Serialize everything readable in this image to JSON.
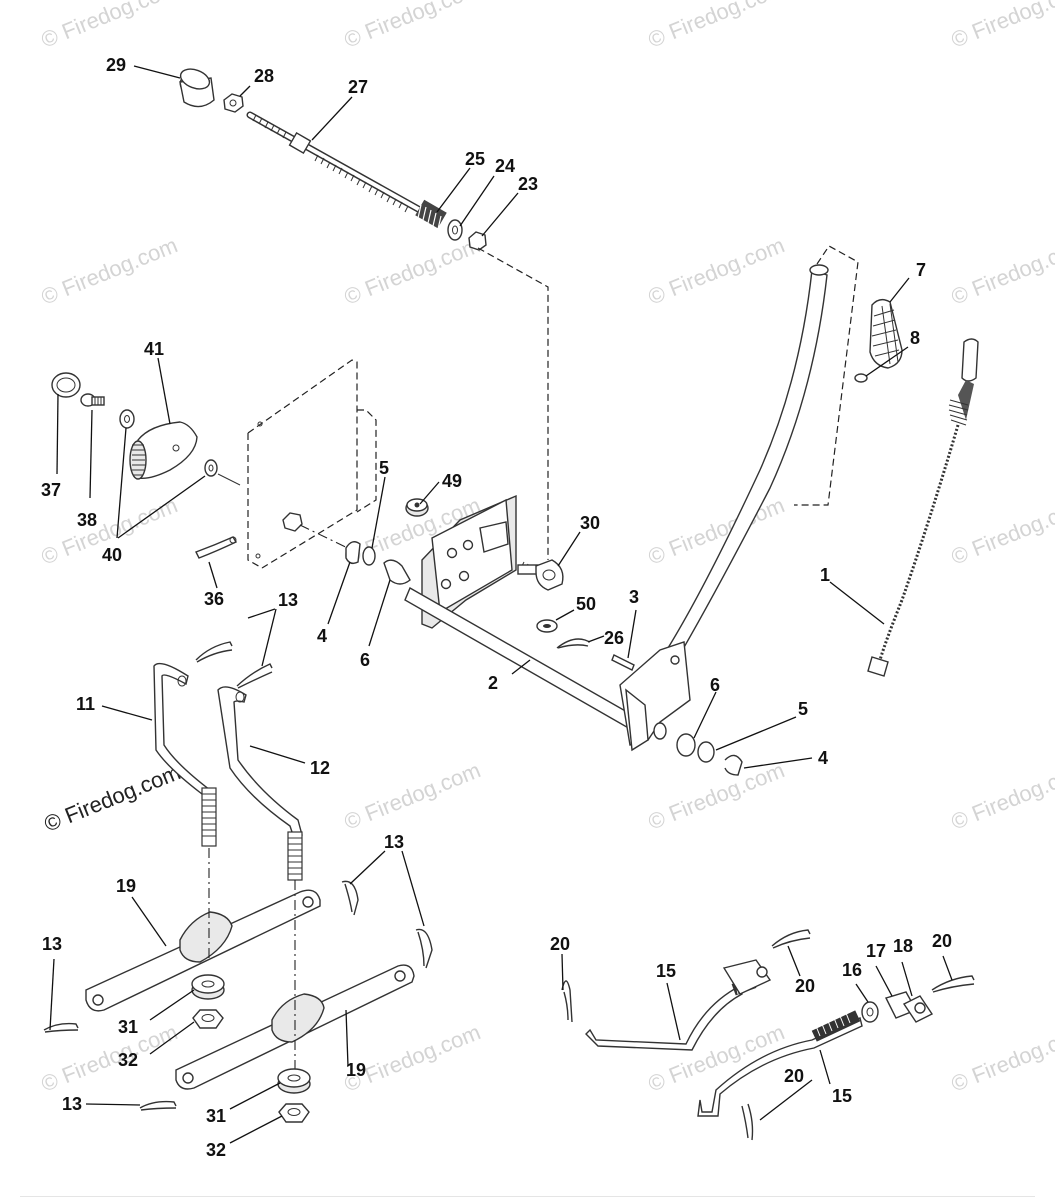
{
  "diagram": {
    "watermark_text": "© Firedog.com",
    "prominent_watermark_text": "© Firedog.com",
    "callouts": {
      "c1": "1",
      "c2": "2",
      "c3": "3",
      "c4a": "4",
      "c4b": "4",
      "c5a": "5",
      "c5b": "5",
      "c6a": "6",
      "c6b": "6",
      "c7": "7",
      "c8": "8",
      "c11": "11",
      "c12": "12",
      "c13a": "13",
      "c13b": "13",
      "c13c": "13",
      "c13d": "13",
      "c15a": "15",
      "c15b": "15",
      "c16": "16",
      "c17": "17",
      "c18": "18",
      "c19a": "19",
      "c19b": "19",
      "c20a": "20",
      "c20b": "20",
      "c20c": "20",
      "c20d": "20",
      "c23": "23",
      "c24": "24",
      "c25": "25",
      "c26": "26",
      "c27": "27",
      "c28": "28",
      "c29": "29",
      "c30": "30",
      "c31a": "31",
      "c31b": "31",
      "c32a": "32",
      "c32b": "32",
      "c36": "36",
      "c37": "37",
      "c38": "38",
      "c40": "40",
      "c41": "41",
      "c49": "49",
      "c50": "50"
    }
  }
}
